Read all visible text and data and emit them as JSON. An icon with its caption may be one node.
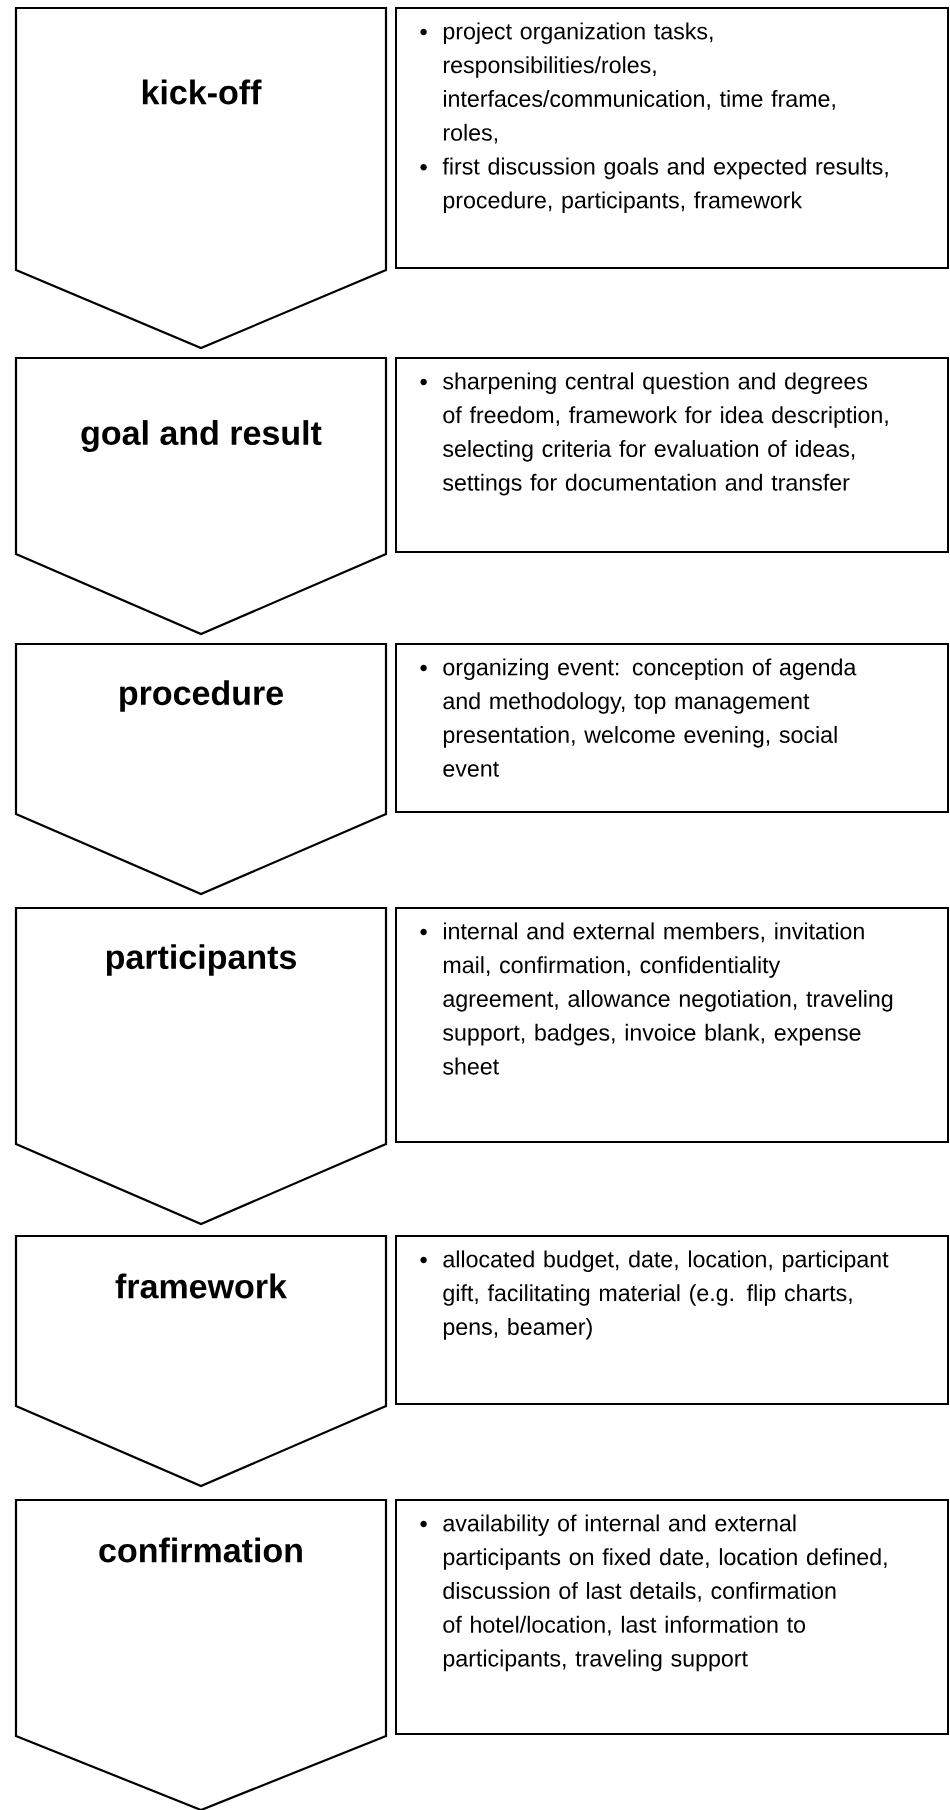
{
  "diagram": {
    "nodes": [
      {
        "text": [
          "kick-off"
        ]
      },
      {
        "text": [
          "project organization tasks, responsibilities/roles, interfaces/communication, time frame, roles,",
          "first discussion goals and expected results, procedure, participants, framework"
        ]
      },
      {
        "text": [
          "goal and result"
        ]
      },
      {
        "text": [
          "sharpening central question and degrees of freedom, framework for idea description, selecting criteria for evaluation of ideas, settings for documentation and transfer"
        ]
      },
      {
        "text": [
          "procedure"
        ]
      },
      {
        "text": [
          "organizing event: conception of agenda and methodology, top management presentation, welcome evening, social event"
        ]
      },
      {
        "text": [
          "participants"
        ]
      },
      {
        "text": [
          "internal and external members, invitation mail, confirmation, confidentiality agreement, allowance negotiation, traveling support, badges, invoice blank, expense sheet"
        ]
      },
      {
        "text": [
          "framework"
        ]
      },
      {
        "text": [
          "allocated budget, date, location, participant gift, facilitating material (e.g. flip charts, pens, beamer)"
        ]
      },
      {
        "text": [
          "confirmation"
        ]
      },
      {
        "text": [
          "availability of internal and external participants on fixed date, location defined, discussion of last details, confirmation of hotel/location, last information to participants, traveling support"
        ]
      }
    ]
  }
}
